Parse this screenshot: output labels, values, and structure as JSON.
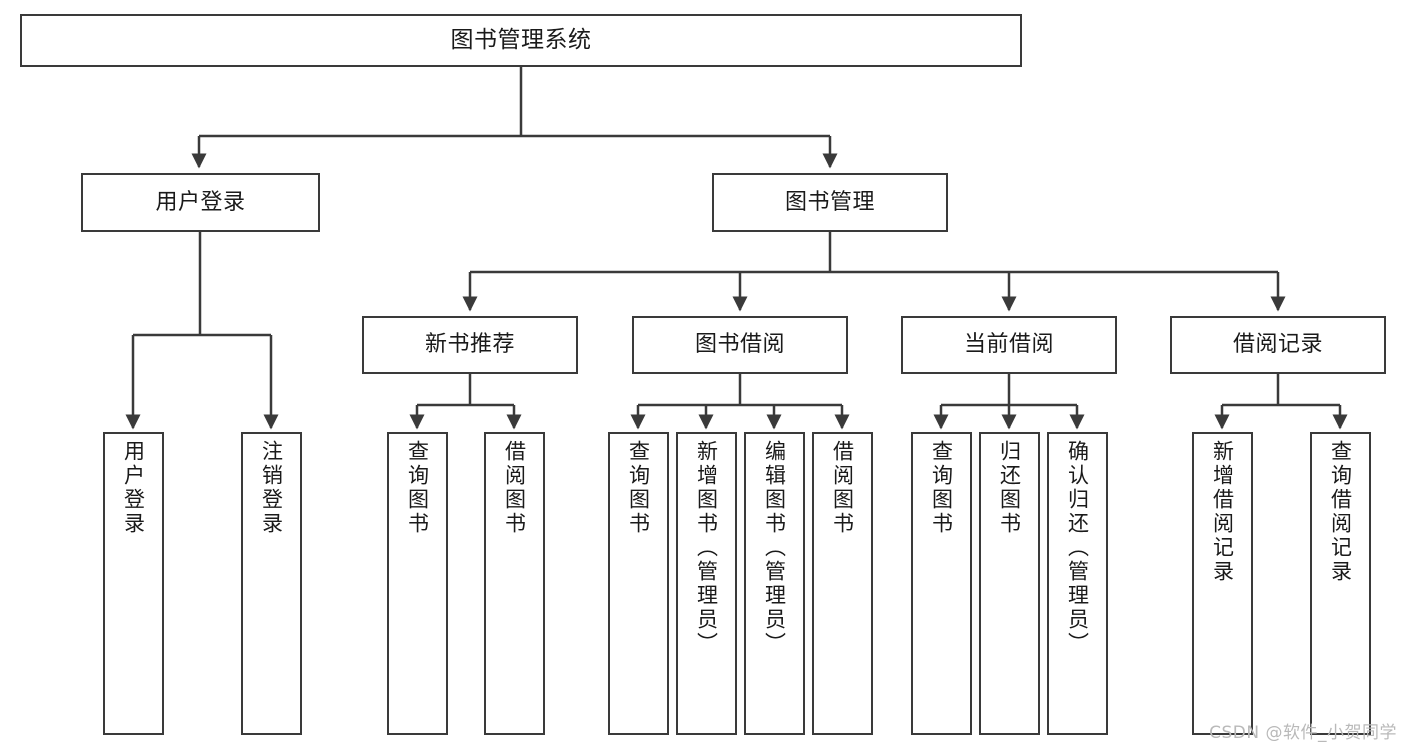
{
  "diagram": {
    "type": "tree",
    "title": "图书管理系统",
    "watermark": "CSDN @软件_小贺同学",
    "stroke_color": "#3a3a3a",
    "fill_color": "#ffffff",
    "text_color": "#1a1a1a",
    "watermark_color": "#b9b9b9",
    "nodes": {
      "root": {
        "label": "图书管理系统"
      },
      "level2": [
        {
          "id": "user-login",
          "label": "用户登录"
        },
        {
          "id": "book-management",
          "label": "图书管理"
        }
      ],
      "level3": [
        {
          "id": "new-book-recommend",
          "label": "新书推荐"
        },
        {
          "id": "book-borrow",
          "label": "图书借阅"
        },
        {
          "id": "current-borrow",
          "label": "当前借阅"
        },
        {
          "id": "borrow-record",
          "label": "借阅记录"
        }
      ],
      "leaves": [
        {
          "id": "leaf-user-login",
          "label": "用户登录",
          "parent": "user-login"
        },
        {
          "id": "leaf-logout",
          "label": "注销登录",
          "parent": "user-login"
        },
        {
          "id": "leaf-query-book-1",
          "label": "查询图书",
          "parent": "new-book-recommend"
        },
        {
          "id": "leaf-borrow-book-1",
          "label": "借阅图书",
          "parent": "new-book-recommend"
        },
        {
          "id": "leaf-query-book-2",
          "label": "查询图书",
          "parent": "book-borrow"
        },
        {
          "id": "leaf-add-book",
          "label": "新增图书（管理员）",
          "parent": "book-borrow"
        },
        {
          "id": "leaf-edit-book",
          "label": "编辑图书（管理员）",
          "parent": "book-borrow"
        },
        {
          "id": "leaf-borrow-book-2",
          "label": "借阅图书",
          "parent": "book-borrow"
        },
        {
          "id": "leaf-query-book-3",
          "label": "查询图书",
          "parent": "current-borrow"
        },
        {
          "id": "leaf-return-book",
          "label": "归还图书",
          "parent": "current-borrow"
        },
        {
          "id": "leaf-confirm-return",
          "label": "确认归还（管理员）",
          "parent": "current-borrow"
        },
        {
          "id": "leaf-add-record",
          "label": "新增借阅记录",
          "parent": "borrow-record"
        },
        {
          "id": "leaf-query-record",
          "label": "查询借阅记录",
          "parent": "borrow-record"
        }
      ]
    }
  }
}
